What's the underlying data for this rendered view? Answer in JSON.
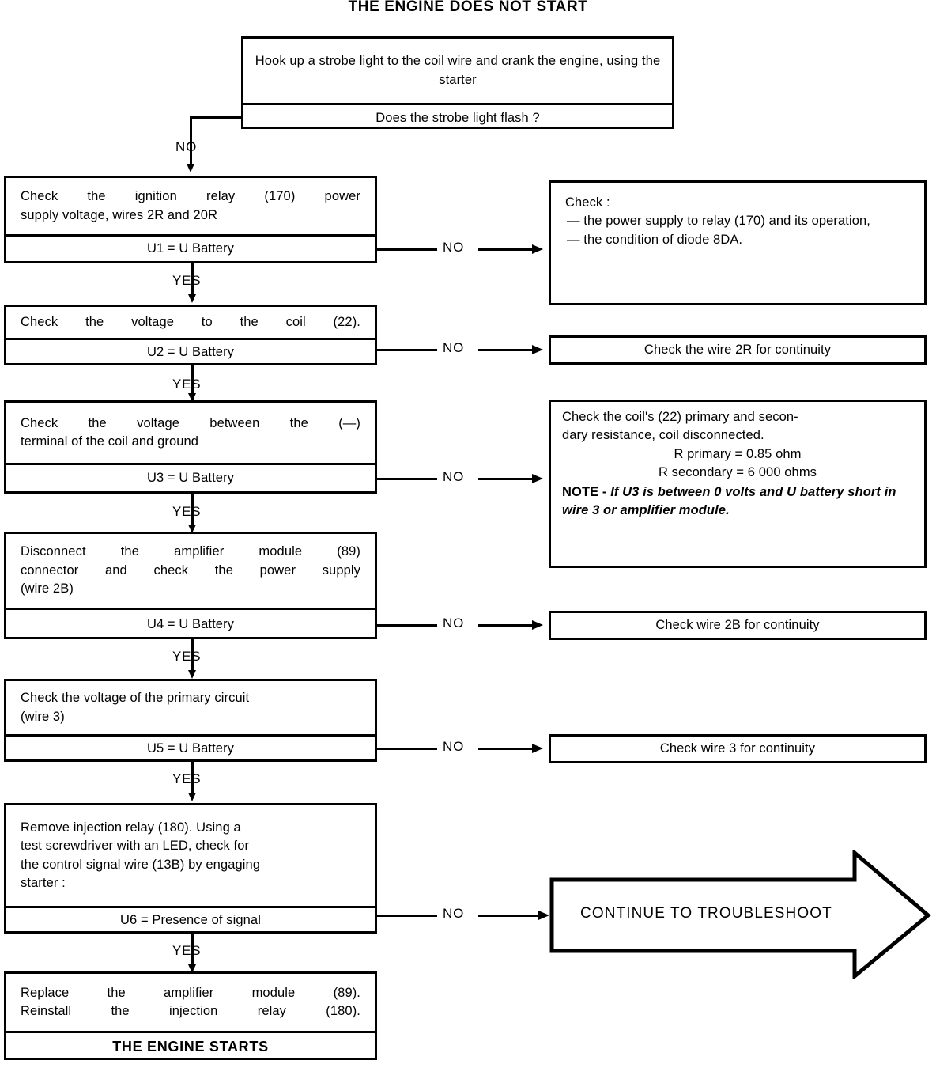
{
  "title": "THE ENGINE DOES NOT START",
  "labels": {
    "yes": "YES",
    "no": "NO"
  },
  "start": {
    "instruction": "Hook up a strobe light to the coil wire and crank the engine, using the starter",
    "question": "Does the strobe light flash ?"
  },
  "steps": [
    {
      "id": "u1",
      "instruction_line1": "Check the ignition relay (170) power",
      "instruction_line2": "supply voltage, wires 2R and 20R",
      "condition": "U1 = U Battery",
      "no_branch": {
        "heading": "Check :",
        "bullets": [
          "— the power supply to relay (170) and its operation,",
          "— the condition of diode 8DA."
        ]
      }
    },
    {
      "id": "u2",
      "instruction_line1": "Check the voltage to the coil (22).",
      "condition": "U2 = U Battery",
      "no_branch": {
        "text": "Check the wire 2R for continuity"
      }
    },
    {
      "id": "u3",
      "instruction_line1": "Check the voltage between the (—)",
      "instruction_line2": "terminal of the coil and ground",
      "condition": "U3 = U Battery",
      "no_branch": {
        "line1": "Check the coil's (22) primary and secon-",
        "line2": "dary resistance, coil disconnected.",
        "value1": "R primary = 0.85 ohm",
        "value2": "R secondary = 6 000 ohms",
        "note_label": "NOTE -",
        "note_text": "If U3 is between 0 volts and U battery       short in wire 3 or amplifier module."
      }
    },
    {
      "id": "u4",
      "instruction_line1": "Disconnect the amplifier module (89)",
      "instruction_line2": "connector and check the power supply",
      "instruction_line3": "(wire 2B)",
      "condition": "U4 = U Battery",
      "no_branch": {
        "text": "Check wire 2B for continuity"
      }
    },
    {
      "id": "u5",
      "instruction_line1": "Check the voltage of the primary circuit",
      "instruction_line2": "(wire 3)",
      "condition": "U5 = U Battery",
      "no_branch": {
        "text": "Check wire 3 for continuity"
      }
    },
    {
      "id": "u6",
      "instruction_line1": "Remove injection relay (180). Using a",
      "instruction_line2": "test screwdriver with an LED, check for",
      "instruction_line3": "the control signal wire (13B) by engaging",
      "instruction_line4": "starter :",
      "condition": "U6 = Presence of   signal",
      "no_branch": {
        "text": "CONTINUE TO TROUBLESHOOT"
      }
    }
  ],
  "final": {
    "instruction_line1": "Replace the amplifier module (89).",
    "instruction_line2": "Reinstall the injection relay (180).",
    "result": "THE ENGINE STARTS"
  },
  "colors": {
    "ink": "#000000",
    "paper": "#ffffff"
  }
}
